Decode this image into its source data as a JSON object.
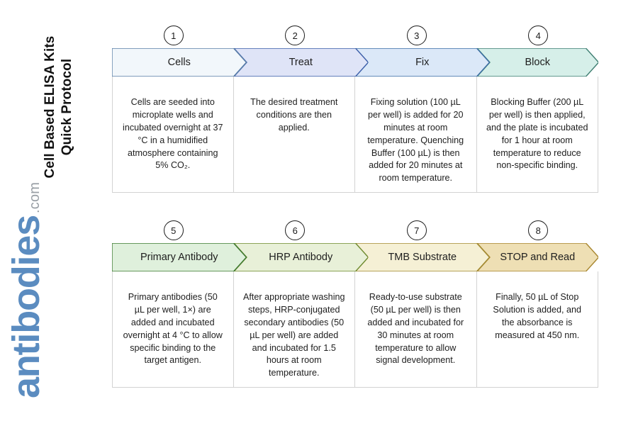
{
  "title": {
    "line1": "Cell Based ELISA Kits",
    "line2": "Quick Protocol"
  },
  "logo": {
    "brand": "antibodies",
    "tld": ".com",
    "brand_color": "#5b8cc0",
    "tld_color": "#9aa0a6"
  },
  "rows": [
    {
      "steps": [
        {
          "number": "1",
          "label": "Cells",
          "body": "Cells are seeded into microplate wells and incubated overnight at 37 °C in a humidified atmosphere containing 5% CO₂.",
          "fill": "#f2f7fb",
          "stroke": "#5b7fa8"
        },
        {
          "number": "2",
          "label": "Treat",
          "body": "The desired treatment conditions are then applied.",
          "fill": "#dfe4f7",
          "stroke": "#3b5ea8"
        },
        {
          "number": "3",
          "label": "Fix",
          "body": "Fixing solution (100 µL per well) is added for 20 minutes at room temperature. Quenching Buffer (100 µL) is then added for 20 minutes at room temperature.",
          "fill": "#dbe8f8",
          "stroke": "#3c6ea5"
        },
        {
          "number": "4",
          "label": "Block",
          "body": "Blocking Buffer (200 µL per well) is then applied, and the plate is incubated for 1 hour at room temperature to reduce non-specific binding.",
          "fill": "#d6efe9",
          "stroke": "#3f7f72"
        }
      ]
    },
    {
      "steps": [
        {
          "number": "5",
          "label": "Primary Antibody",
          "body": "Primary antibodies (50 µL per well, 1×) are added and incubated overnight at 4 °C to allow specific binding to the target antigen.",
          "fill": "#dff0dc",
          "stroke": "#3e7a32"
        },
        {
          "number": "6",
          "label": "HRP Antibody",
          "body": "After appropriate washing steps, HRP-conjugated secondary antibodies (50 µL per well) are added and incubated for 1.5 hours at room temperature.",
          "fill": "#e8f0d8",
          "stroke": "#6e8a2e"
        },
        {
          "number": "7",
          "label": "TMB Substrate",
          "body": "Ready-to-use substrate (50 µL per well) is then added and incubated for 30 minutes at room temperature to allow signal development.",
          "fill": "#f5f0d5",
          "stroke": "#a38b33"
        },
        {
          "number": "8",
          "label": "STOP and Read",
          "body": "Finally, 50 µL of Stop Solution is added, and the absorbance is measured at 450 nm.",
          "fill": "#eedfb4",
          "stroke": "#a8862f"
        }
      ]
    }
  ]
}
